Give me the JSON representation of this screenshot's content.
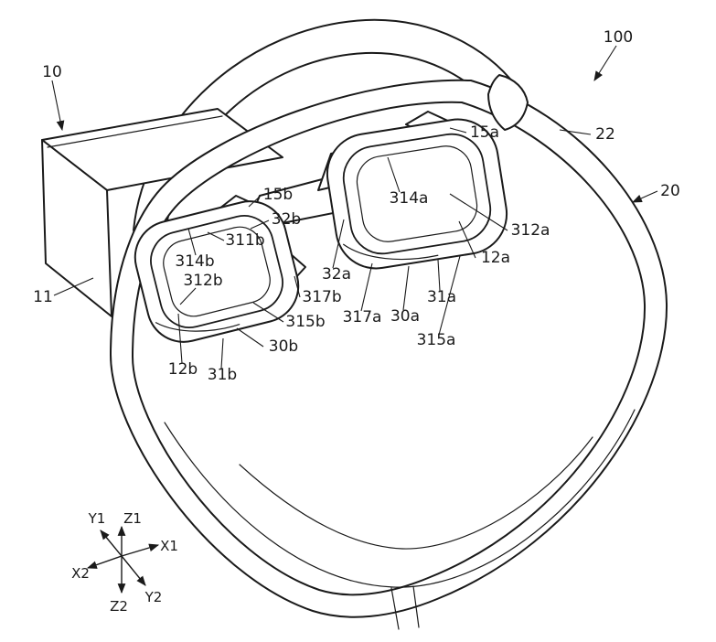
{
  "drawing": {
    "background_color": "#ffffff",
    "line_color": "#1a1a1a",
    "reference_labels": [
      "100",
      "10",
      "22",
      "20",
      "11",
      "15a",
      "15b",
      "32b",
      "311b",
      "314b",
      "312b",
      "314a",
      "312a",
      "12a",
      "32a",
      "317b",
      "315b",
      "317a",
      "30a",
      "31a",
      "315a",
      "30b",
      "12b",
      "31b"
    ],
    "axis_labels": [
      "Z1",
      "Y1",
      "X1",
      "X2",
      "Z2",
      "Y2"
    ]
  }
}
